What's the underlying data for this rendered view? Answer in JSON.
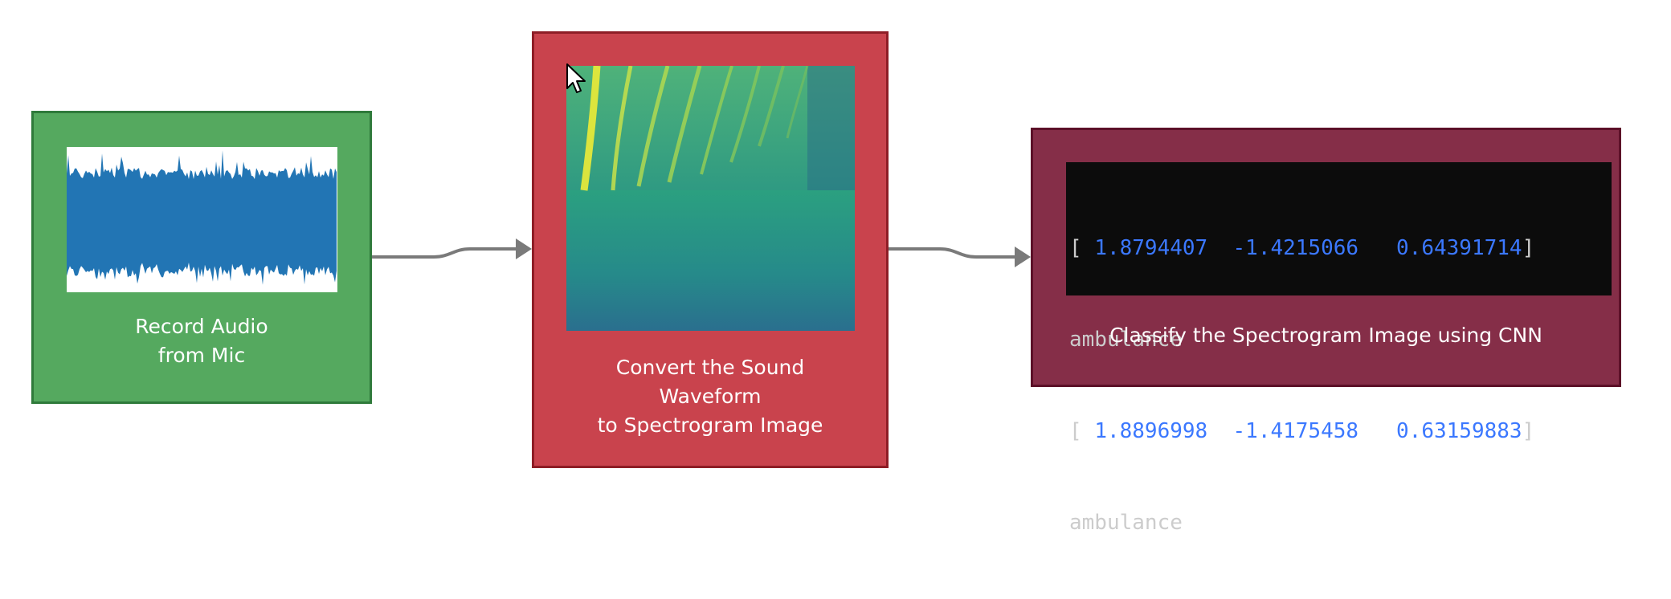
{
  "steps": {
    "record": {
      "caption_line1": "Record Audio",
      "caption_line2": "from Mic",
      "color": "#55a95f"
    },
    "convert": {
      "caption_line1": "Convert the Sound",
      "caption_line2": "Waveform",
      "caption_line3": "to Spectrogram Image",
      "color": "#c9434d"
    },
    "classify": {
      "caption": "Classify the Spectrogram Image using CNN",
      "color": "#852e48"
    }
  },
  "console": {
    "rows": [
      {
        "open": "[",
        "v1": "1.8794407",
        "v2": "-1.4215066",
        "v3": "0.64391714",
        "close": "]"
      },
      {
        "label": "ambulance"
      },
      {
        "open": "[",
        "v1": "1.8896998",
        "v2": "-1.4175458",
        "v3": "0.63159883",
        "close": "]"
      },
      {
        "label": "ambulance"
      }
    ]
  },
  "icons": {
    "waveform": "waveform-icon",
    "spectrogram": "spectrogram-icon",
    "cursor": "mouse-pointer-icon",
    "arrow": "arrow-right-icon"
  }
}
